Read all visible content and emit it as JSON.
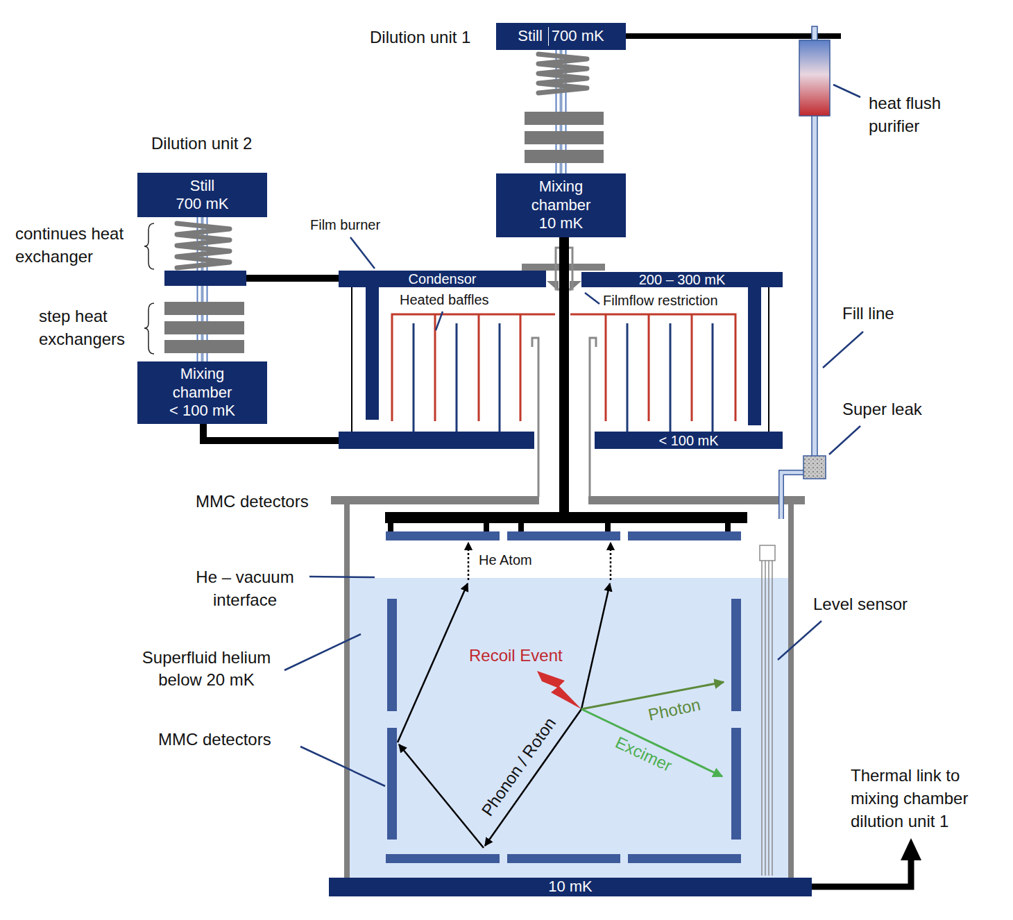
{
  "diagram": {
    "nodes": [
      {
        "text": [
          "Still",
          "700 mK"
        ]
      },
      {
        "text": [
          "Still",
          "700 mK"
        ]
      },
      {
        "text": [
          "Mixing chamber",
          "10 mK"
        ]
      },
      {
        "text": [
          "Condensor"
        ]
      },
      {
        "text": [
          "200 – 300 mK"
        ]
      },
      {
        "text": [
          "Mixing chamber",
          "< 100 mK"
        ]
      },
      {
        "text": [
          "< 100 mK"
        ]
      },
      {
        "text": [
          "10 mK"
        ]
      }
    ],
    "edges": [
      {
        "from": 0,
        "to": 2,
        "arrow": "none"
      },
      {
        "from": 1,
        "to": 5,
        "arrow": "none"
      }
    ],
    "labels": [
      "Dilution unit 1",
      "heat flush purifier",
      "Dilution unit 2",
      "continues heat exchanger",
      "Film burner",
      "step heat exchangers",
      "Heated baffles",
      "Filmflow restriction",
      "Fill line",
      "Super leak",
      "MMC detectors",
      "He Atom",
      "He – vacuum interface",
      "Superfluid helium below 20 mK",
      "Level sensor",
      "Recoil Event",
      "Photon",
      "Excimer",
      "MMC detectors",
      "Phonon / Roton",
      "Thermal link to mixing chamber dilution unit 1"
    ]
  }
}
